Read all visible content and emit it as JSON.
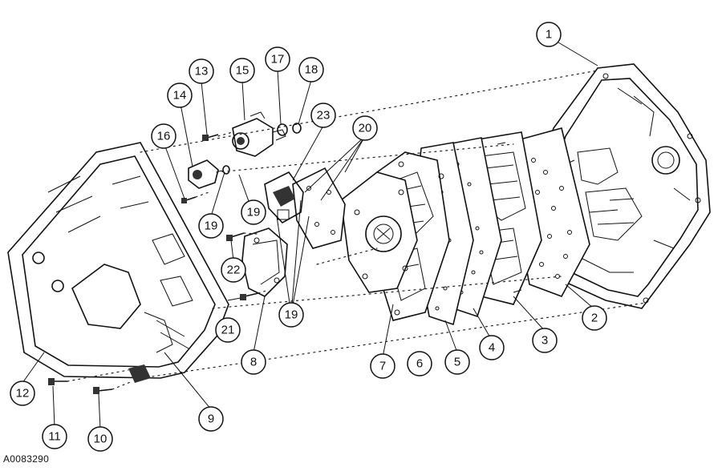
{
  "diagram": {
    "drawing_code": "A0083290",
    "callouts": [
      "1",
      "2",
      "3",
      "4",
      "5",
      "6",
      "7",
      "8",
      "9",
      "10",
      "11",
      "12",
      "13",
      "14",
      "15",
      "16",
      "17",
      "18",
      "19",
      "19",
      "19",
      "20",
      "21",
      "22",
      "23"
    ]
  }
}
